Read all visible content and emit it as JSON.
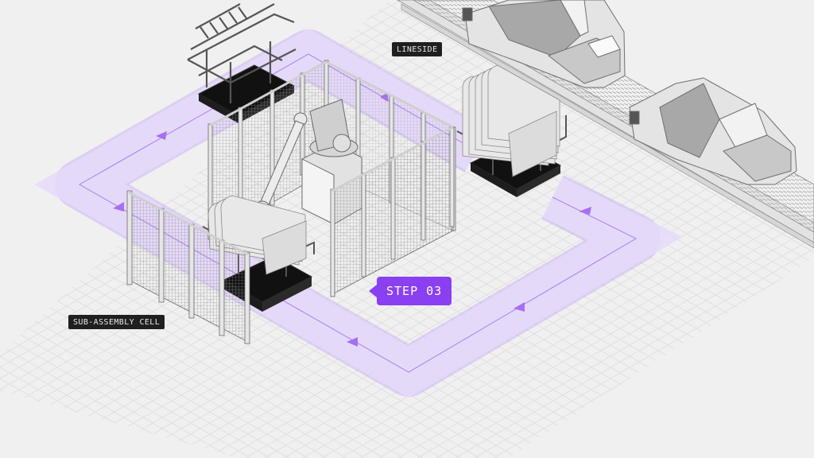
{
  "labels": {
    "lineside": "LINESIDE",
    "sub_assembly_cell": "SUB-ASSEMBLY CELL",
    "step": "STEP 03"
  },
  "colors": {
    "background": "#f0f0f0",
    "grid_line": "#e0e0e0",
    "path_fill": "#e6dbfa",
    "path_edge": "#b894f5",
    "path_line": "#a77ef0",
    "arrow": "#a66ff2",
    "step_badge": "#8a3ff0",
    "tag_bg": "#1f1f1f",
    "tag_text": "#e8e8e8",
    "agv_body": "#111111",
    "cage_frame": "#e6e6e6",
    "car_body": "#e4e4e4"
  },
  "scene": {
    "agv_robots": [
      {
        "id": "agv-top-left",
        "cargo": "empty-rack"
      },
      {
        "id": "agv-right",
        "cargo": "door-panels"
      },
      {
        "id": "agv-center",
        "cargo": "door-panels"
      }
    ],
    "cars_on_conveyor": 2,
    "robot_arm": 1,
    "path_arrows": 6
  }
}
